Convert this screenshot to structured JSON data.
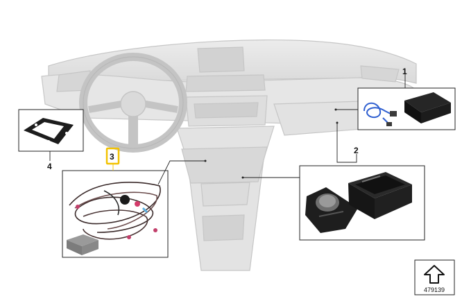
{
  "diagram": {
    "callouts": [
      {
        "label": "1",
        "highlighted": false
      },
      {
        "label": "2",
        "highlighted": false
      },
      {
        "label": "3",
        "highlighted": true
      },
      {
        "label": "4",
        "highlighted": false
      }
    ],
    "reference_number": "479139",
    "colors": {
      "dashboard": "#e4e4e4",
      "dashboard_stroke": "#c8c8c8",
      "highlight": "#f2c200",
      "leader": "#222222"
    }
  }
}
